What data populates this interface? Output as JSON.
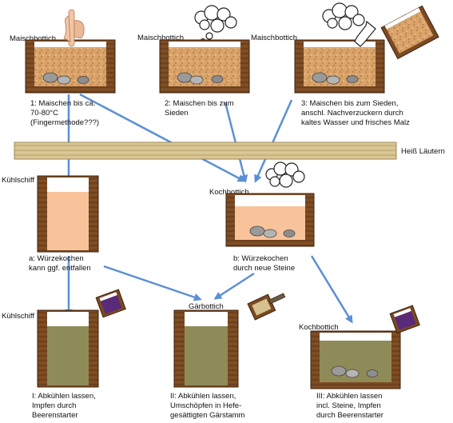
{
  "labels": {
    "maisch1": "Maischbottich",
    "maisch2": "Maischbottich",
    "maisch3": "Maischbottich",
    "kuehl1": "Kühlschiff",
    "kuehl2": "Kühlschiff",
    "koch1": "Kochbottich",
    "koch2": "Kochbottich",
    "gaer": "Gärbottich",
    "heiss": "Heiß Läutern"
  },
  "captions": {
    "s1": [
      "1: Maischen bis ca.",
      "70-80°C",
      "(Fingermethode???)"
    ],
    "s2": [
      "2: Maischen bis zum",
      "Sieden"
    ],
    "s3": [
      "3: Maischen bis zum Sieden,",
      "anschl. Nachverzuckern durch",
      "kaltes Wasser und frisches Malz"
    ],
    "a": [
      "a: Würzekochen",
      "kann ggf. entfallen"
    ],
    "b": [
      "b: Würzekochen",
      "durch neue Steine"
    ],
    "i": [
      "I: Abkühlen lassen,",
      "Impfen durch",
      "Beerenstarter"
    ],
    "ii": [
      "II: Abkühlen lassen,",
      "Umschöpfen in Hefe-",
      "gesättigten Gärstamm"
    ],
    "iii": [
      "III: Abkühlen lassen",
      "incl. Steine, Impfen",
      "durch Beerenstarter"
    ]
  },
  "colors": {
    "wood": "#7a4a22",
    "wood_dark": "#5a3315",
    "mash": "#d9a36a",
    "wort": "#f8c29a",
    "beer": "#8f8b58",
    "arrow": "#5b8fd4",
    "berry": "#5a2a7a"
  }
}
